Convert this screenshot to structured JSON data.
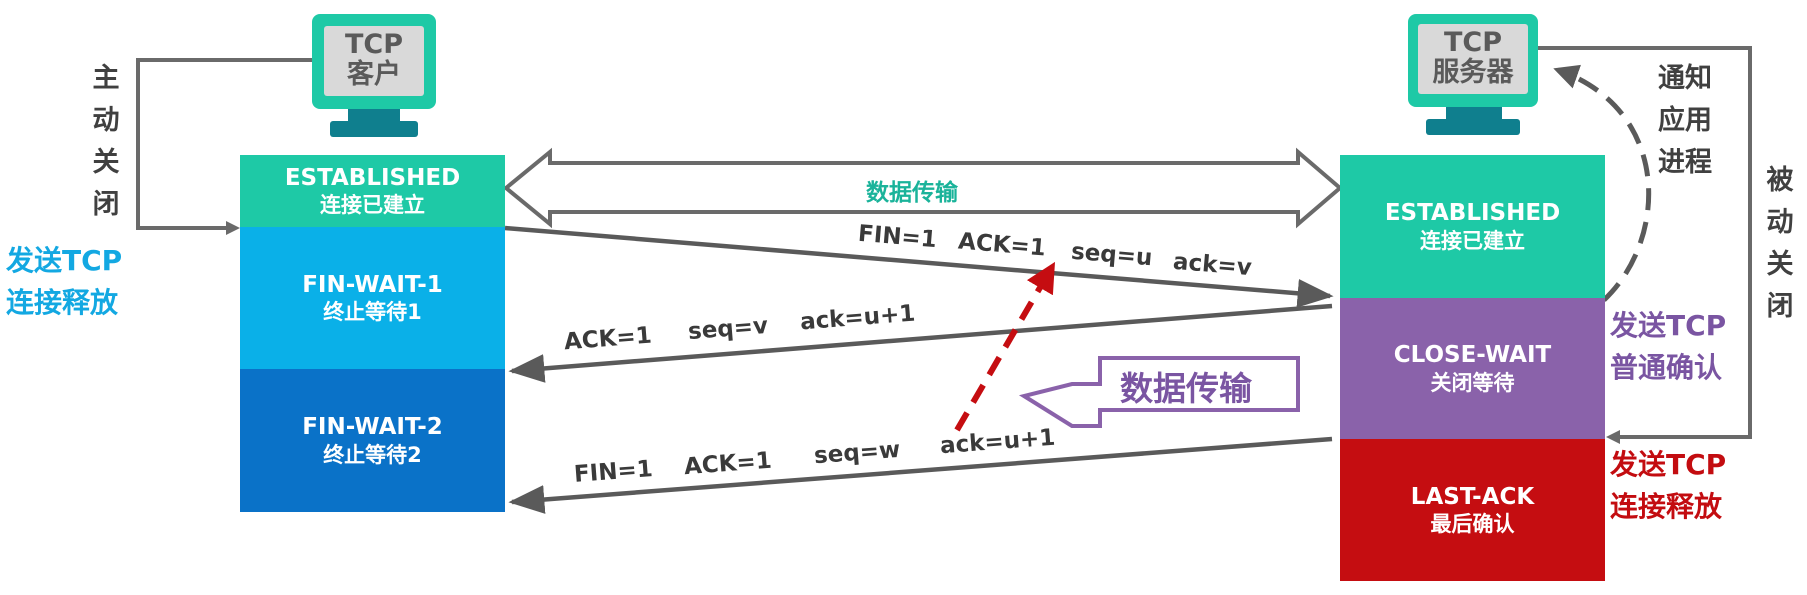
{
  "client": {
    "line1": "TCP",
    "line2": "客户"
  },
  "server": {
    "line1": "TCP",
    "line2": "服务器"
  },
  "client_states": {
    "established": {
      "en": "ESTABLISHED",
      "zh": "连接已建立"
    },
    "fin_wait_1": {
      "en": "FIN-WAIT-1",
      "zh": "终止等待1"
    },
    "fin_wait_2": {
      "en": "FIN-WAIT-2",
      "zh": "终止等待2"
    }
  },
  "server_states": {
    "established": {
      "en": "ESTABLISHED",
      "zh": "连接已建立"
    },
    "close_wait": {
      "en": "CLOSE-WAIT",
      "zh": "关闭等待"
    },
    "last_ack": {
      "en": "LAST-ACK",
      "zh": "最后确认"
    }
  },
  "labels": {
    "active_close": [
      "主",
      "动",
      "关",
      "闭"
    ],
    "passive_close": [
      "被",
      "动",
      "关",
      "闭"
    ],
    "notify_app": [
      "通知",
      "应用",
      "进程"
    ],
    "client_send_release": [
      "发送TCP",
      "连接释放"
    ],
    "server_send_ack": [
      "发送TCP",
      "普通确认"
    ],
    "server_send_release": [
      "发送TCP",
      "连接释放"
    ],
    "data_transfer_top": "数据传输",
    "data_transfer_callout": "数据传输"
  },
  "segments": {
    "seg1": {
      "fin": "FIN=1",
      "ack": "ACK=1",
      "seq": "seq=u",
      "acknum": "ack=v"
    },
    "seg2": {
      "ack": "ACK=1",
      "seq": "seq=v",
      "acknum": "ack=u+1"
    },
    "seg3": {
      "fin": "FIN=1",
      "ack": "ACK=1",
      "seq": "seq=w",
      "acknum": "ack=u+1"
    }
  },
  "colors": {
    "teal": "#1ec9a6",
    "light_blue": "#0ab0e8",
    "dark_blue": "#0a72c8",
    "purple": "#8a62aa",
    "red": "#c50d11",
    "cyan_text": "#13a8e2",
    "purple_text": "#7a55a2",
    "red_text": "#c30c10",
    "teal_text": "#1ab39a",
    "line_gray": "#5a5a5a"
  }
}
